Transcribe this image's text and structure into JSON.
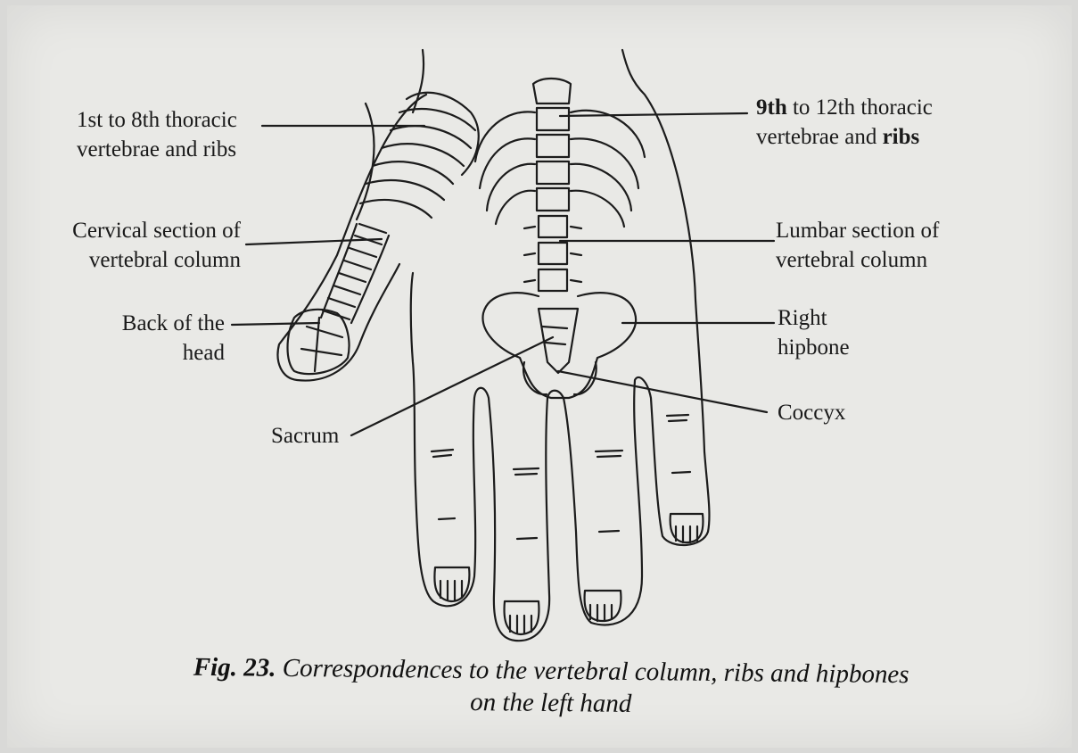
{
  "labels": {
    "thoracic_upper": [
      "1st to 8th thoracic",
      "vertebrae and ribs"
    ],
    "thoracic_lower": {
      "prefix": "9th",
      "rest": " to 12th thoracic",
      "line2_a": "vertebrae and ",
      "line2_b": "ribs"
    },
    "cervical": [
      "Cervical section of",
      "vertebral column"
    ],
    "lumbar": [
      "Lumbar section of",
      "vertebral column"
    ],
    "head": [
      "Back of the",
      "head"
    ],
    "hipbone": [
      "Right",
      "hipbone"
    ],
    "coccyx": "Coccyx",
    "sacrum": "Sacrum"
  },
  "caption": {
    "number": "Fig. 23.",
    "text": " Correspondences to the vertebral column, ribs and hipbones",
    "line2": "on the left hand"
  }
}
